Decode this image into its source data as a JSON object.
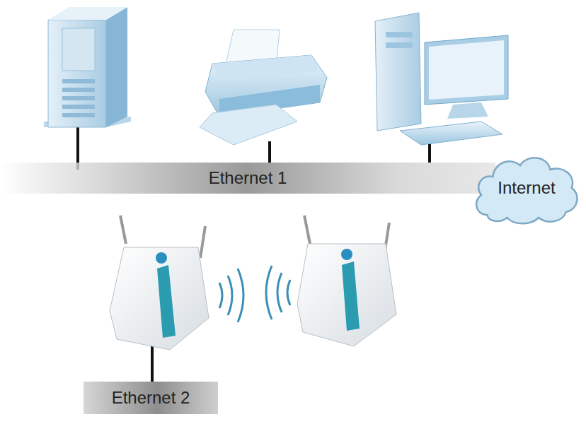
{
  "diagram": {
    "nodes": [
      {
        "text": [
          "Ethernet 1"
        ]
      },
      {
        "text": [
          "Internet"
        ]
      },
      {
        "text": [
          "Ethernet 2"
        ]
      }
    ]
  }
}
